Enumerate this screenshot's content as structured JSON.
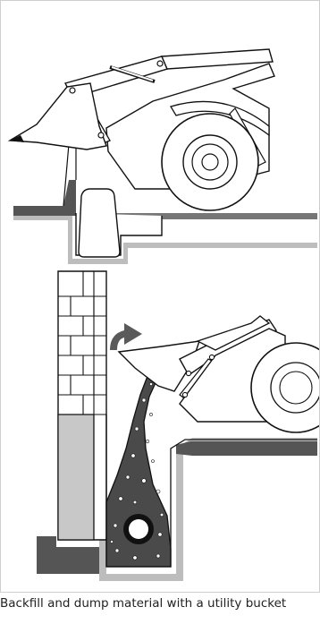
{
  "figure": {
    "caption": "Backfill and dump material with a utility bucket",
    "panels": [
      {
        "id": "top",
        "icon": "wheel-loader-backfill-illustration"
      },
      {
        "id": "bottom",
        "icon": "wheel-loader-dump-illustration"
      }
    ],
    "colors": {
      "line": "#111111",
      "ground": "#555555",
      "shadow": "#bdbdbd",
      "column": "#c8c8c8",
      "gravel": "#4a4a4a",
      "arrow": "#5a5a5a"
    }
  }
}
